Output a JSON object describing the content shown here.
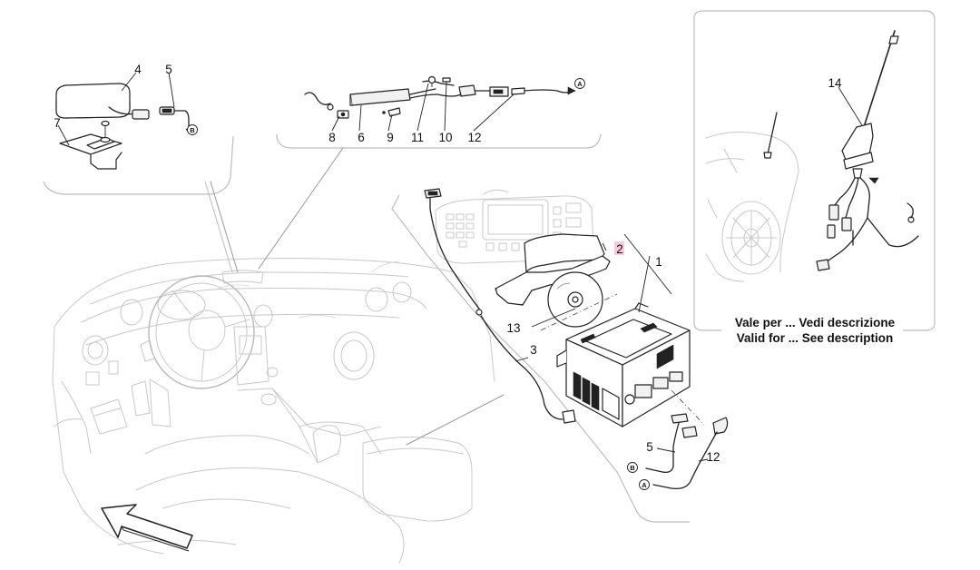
{
  "callouts": {
    "c1": "1",
    "c2": "2",
    "c3": "3",
    "c4": "4",
    "c5a": "5",
    "c5b": "5",
    "c6": "6",
    "c7": "7",
    "c8": "8",
    "c9": "9",
    "c10": "10",
    "c11": "11",
    "c12a": "12",
    "c12b": "12",
    "c13": "13",
    "c14": "14"
  },
  "connector_refs": {
    "a_top": "A",
    "b_top": "B",
    "a_bottom": "A",
    "b_bottom": "B"
  },
  "highlighted_callout": "2",
  "inset_note": {
    "line1": "Vale per ... Vedi descrizione",
    "line2": "Valid for ... See description"
  }
}
